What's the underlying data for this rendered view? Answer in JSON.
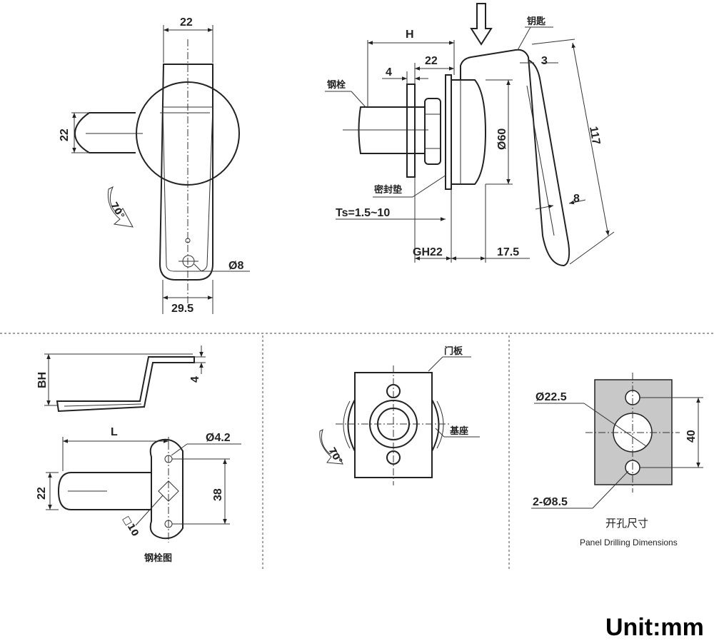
{
  "front_view": {
    "dim_top_width": "22",
    "dim_pin_width": "22",
    "dim_bottom_width": "29.5",
    "dim_hole": "Ø8",
    "rotation": "70°"
  },
  "side_view": {
    "dim_H": "H",
    "dim_4": "4",
    "dim_22": "22",
    "dim_3": "3",
    "dim_117": "117",
    "dim_60": "Ø60",
    "dim_8": "8",
    "dim_ts": "Ts=1.5~10",
    "dim_gh": "GH22",
    "dim_175": "17.5",
    "label_key": "钥匙",
    "label_bolt": "钢栓",
    "label_gasket": "密封垫"
  },
  "bolt_view": {
    "dim_bh": "BH",
    "dim_4": "4",
    "dim_L": "L",
    "dim_hole": "Ø4.2",
    "dim_22": "22",
    "dim_38": "38",
    "dim_square": "□10",
    "caption": "钢栓图"
  },
  "rear_view": {
    "label_door": "门板",
    "label_base": "基座",
    "rotation": "70°"
  },
  "panel_drilling": {
    "dim_big_hole": "Ø22.5",
    "dim_40": "40",
    "dim_small_holes": "2-Ø8.5",
    "caption_cn": "开孔尺寸",
    "caption_en": "Panel Drilling Dimensions",
    "fill_color": "#c8c8c8"
  },
  "unit_label": "Unit:mm"
}
